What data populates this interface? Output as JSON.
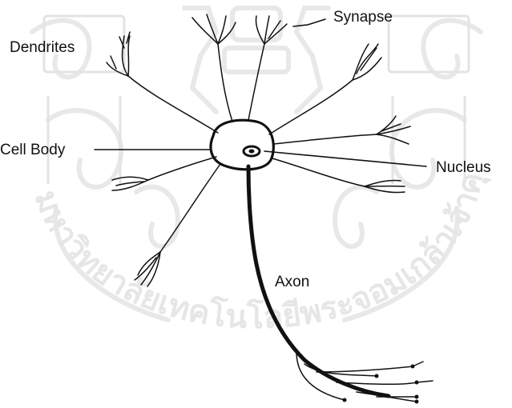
{
  "labels": {
    "dendrites": "Dendrites",
    "synapse": "Synapse",
    "cell_body": "Cell Body",
    "nucleus": "Nucleus",
    "axon": "Axon"
  },
  "watermark": {
    "text": "มหาวิทยาลัยเทคโนโลยีพระจอมเกล้าเจ้าคุณทหาร",
    "color": "#e6e6e6"
  },
  "colors": {
    "ink": "#111111"
  }
}
